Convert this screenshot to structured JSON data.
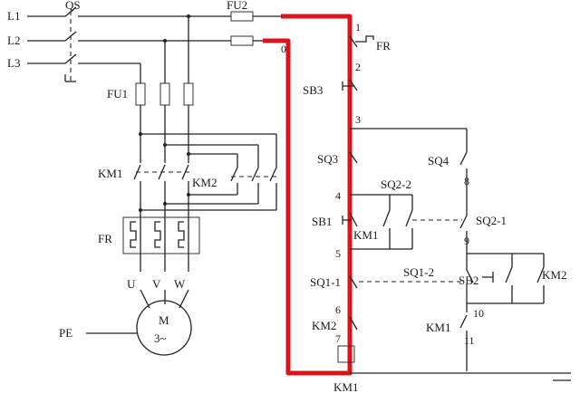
{
  "labels": {
    "L1": "L1",
    "L2": "L2",
    "L3": "L3",
    "QS": "QS",
    "FU2": "FU2",
    "FU1": "FU1",
    "FR_top": "FR",
    "SB3": "SB3",
    "SQ3": "SQ3",
    "SB1": "SB1",
    "SQ1_1": "SQ1-1",
    "KM2_coil_contact": "KM2",
    "KM1_bottom": "KM1",
    "KM1_power": "KM1",
    "KM2_power": "KM2",
    "FR_power": "FR",
    "U": "U",
    "V": "V",
    "W": "W",
    "motor_M": "M",
    "motor_phase": "3~",
    "PE": "PE",
    "SQ2_2": "SQ2-2",
    "KM1_seal": "KM1",
    "SQ4": "SQ4",
    "SQ2_1": "SQ2-1",
    "SQ1_2": "SQ1-2",
    "SB2": "SB2",
    "KM2_seal": "KM2",
    "KM1_interlock": "KM1"
  },
  "nodes": {
    "n1": "1",
    "n0": "0",
    "n2": "2",
    "n3": "3",
    "n4": "4",
    "n5": "5",
    "n6": "6",
    "n7": "7",
    "n8": "8",
    "n9": "9",
    "n10": "10",
    "n11": "11"
  },
  "colors": {
    "highlight": "#d9151b",
    "line": "#222222"
  }
}
